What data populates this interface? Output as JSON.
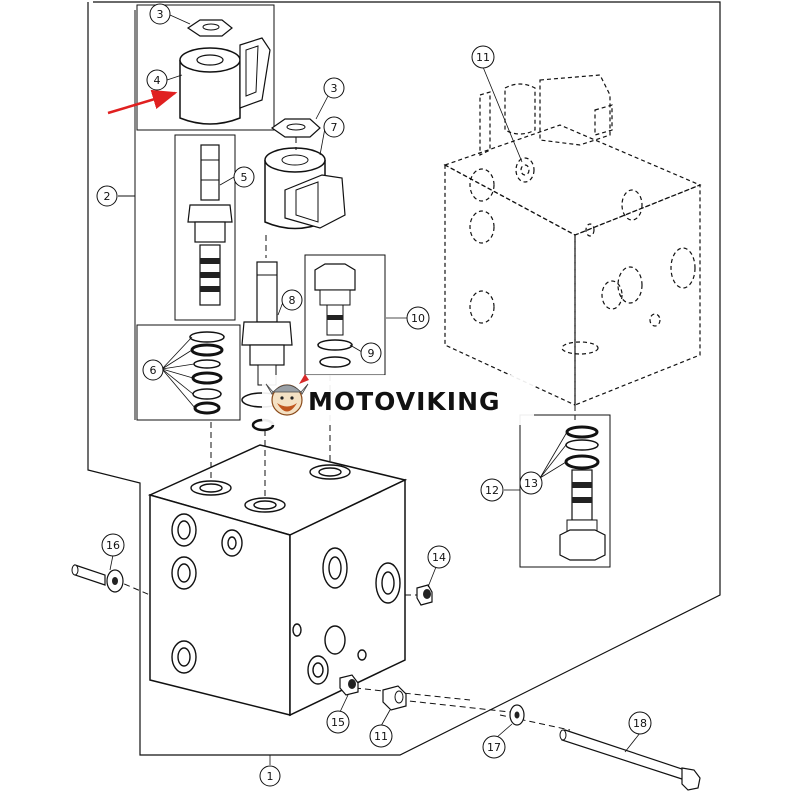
{
  "diagram": {
    "callouts": [
      {
        "id": "c1",
        "label": "1"
      },
      {
        "id": "c2",
        "label": "2"
      },
      {
        "id": "c3a",
        "label": "3"
      },
      {
        "id": "c3b",
        "label": "3"
      },
      {
        "id": "c4",
        "label": "4"
      },
      {
        "id": "c5",
        "label": "5"
      },
      {
        "id": "c6",
        "label": "6"
      },
      {
        "id": "c7",
        "label": "7"
      },
      {
        "id": "c8",
        "label": "8"
      },
      {
        "id": "c9",
        "label": "9"
      },
      {
        "id": "c10",
        "label": "10"
      },
      {
        "id": "c11a",
        "label": "11"
      },
      {
        "id": "c11b",
        "label": "11"
      },
      {
        "id": "c12",
        "label": "12"
      },
      {
        "id": "c13",
        "label": "13"
      },
      {
        "id": "c14",
        "label": "14"
      },
      {
        "id": "c15",
        "label": "15"
      },
      {
        "id": "c16",
        "label": "16"
      },
      {
        "id": "c17",
        "label": "17"
      },
      {
        "id": "c18",
        "label": "18"
      }
    ],
    "watermark": {
      "text": "MOTOVIKING"
    },
    "colors": {
      "line": "#111111",
      "arrow": "#e02020",
      "background": "#ffffff"
    }
  }
}
